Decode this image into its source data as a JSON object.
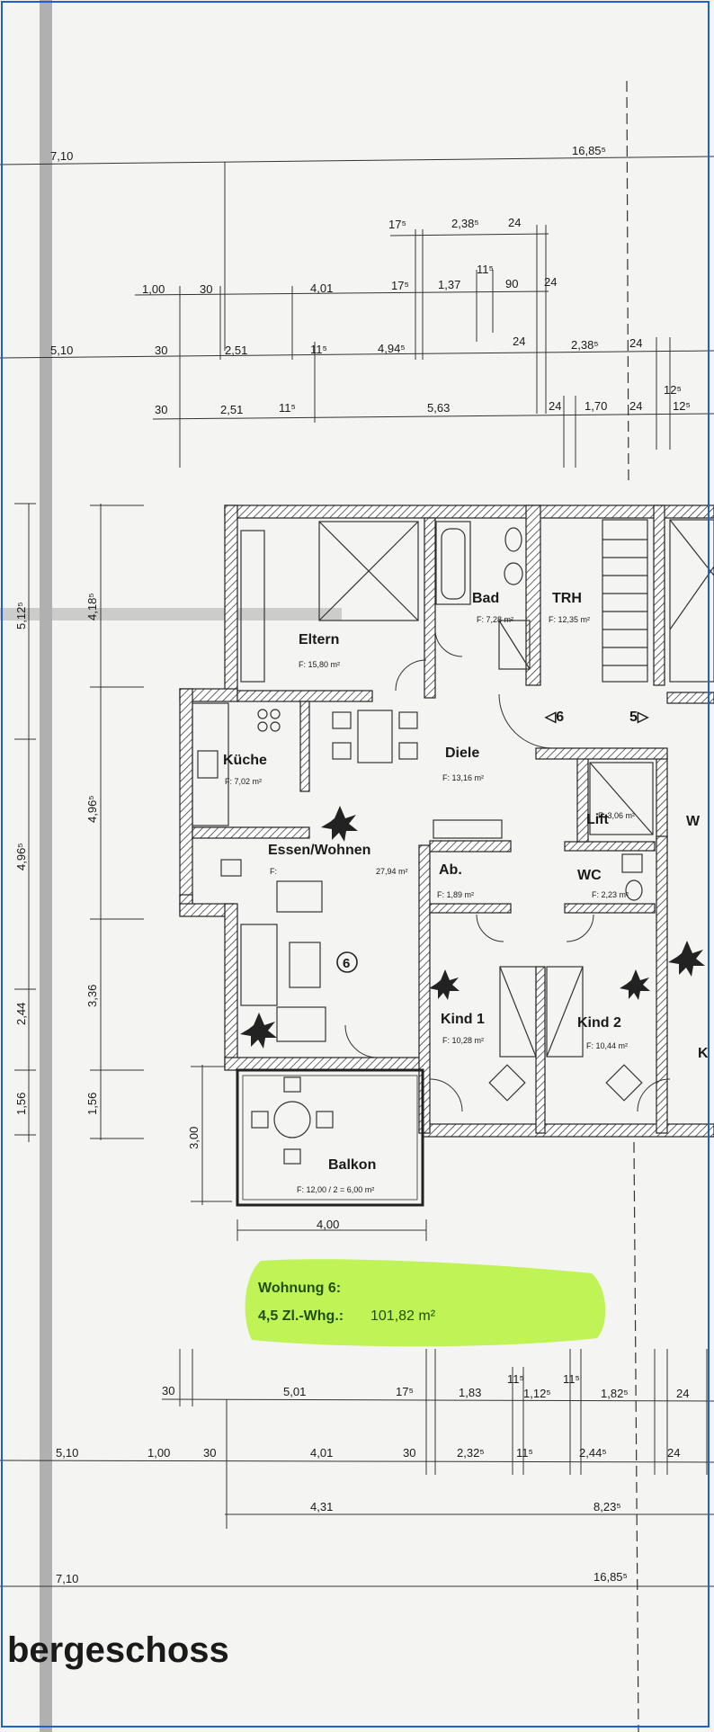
{
  "colors": {
    "frame": "#1f5fd0",
    "highlight": "#b6f23a",
    "ink": "#1a1a1a",
    "highlight_text": "#1f4f12"
  },
  "top_dims": {
    "row0": [
      "7,10",
      "16,85⁵"
    ],
    "row1": [
      "17⁵",
      "2,38⁵",
      "24"
    ],
    "row2": [
      "1,00",
      "30",
      "4,01",
      "17⁵",
      "1,37",
      "11⁵",
      "90",
      "24"
    ],
    "row3": [
      "5,10",
      "30",
      "2,51",
      "11⁵",
      "4,94⁵",
      "24",
      "2,38⁵",
      "24"
    ],
    "row4": [
      "30",
      "2,51",
      "11⁵",
      "5,63",
      "24",
      "1,70",
      "24",
      "12⁵",
      "12⁵"
    ]
  },
  "left_dims": [
    "5,12⁵",
    "4,96⁵",
    "2,44",
    "1,56",
    "4,18⁵",
    "4,96⁵",
    "3,36",
    "1,56",
    "3,00"
  ],
  "rooms": {
    "eltern": {
      "name": "Eltern",
      "area": "F: 15,80 m²"
    },
    "bad": {
      "name": "Bad",
      "area": "F: 7,28 m²"
    },
    "trh": {
      "name": "TRH",
      "area": "F: 12,35 m²"
    },
    "kueche": {
      "name": "Küche",
      "area": "F: 7,02 m²"
    },
    "diele": {
      "name": "Diele",
      "area": "F: 13,16 m²"
    },
    "lift": {
      "name": "Lift",
      "area": "F: 3,06 m²"
    },
    "essen": {
      "name": "Essen/Wohnen",
      "area_prefix": "F:",
      "area": "27,94 m²"
    },
    "ab": {
      "name": "Ab.",
      "area": "F: 1,89 m²"
    },
    "wc": {
      "name": "WC",
      "area": "F: 2,23 m²"
    },
    "kind1": {
      "name": "Kind 1",
      "area": "F: 10,28 m²"
    },
    "kind2": {
      "name": "Kind 2",
      "area": "F: 10,44 m²"
    },
    "balkon": {
      "name": "Balkon",
      "area": "F: 12,00 / 2 = 6,00 m²"
    }
  },
  "stair_marks": [
    "◁6",
    "5▷"
  ],
  "unit_marker": "6",
  "partial_labels": [
    "W",
    "K"
  ],
  "balkon_width": "4,00",
  "highlight": {
    "line1": "Wohnung 6:",
    "line2_label": "4,5 Zl.-Whg.:",
    "line2_value": "101,82 m²"
  },
  "bottom_dims": {
    "row1": [
      "30",
      "5,01",
      "17⁵",
      "1,83",
      "11⁵",
      "1,12⁵",
      "11⁵",
      "1,82⁵",
      "24"
    ],
    "row2": [
      "5,10",
      "1,00",
      "30",
      "4,01",
      "30",
      "2,32⁵",
      "11⁵",
      "2,44⁵",
      "24"
    ],
    "row3": [
      "4,31",
      "8,23⁵"
    ],
    "row4": [
      "7,10",
      "16,85⁵"
    ]
  },
  "section_title": "bergeschoss"
}
